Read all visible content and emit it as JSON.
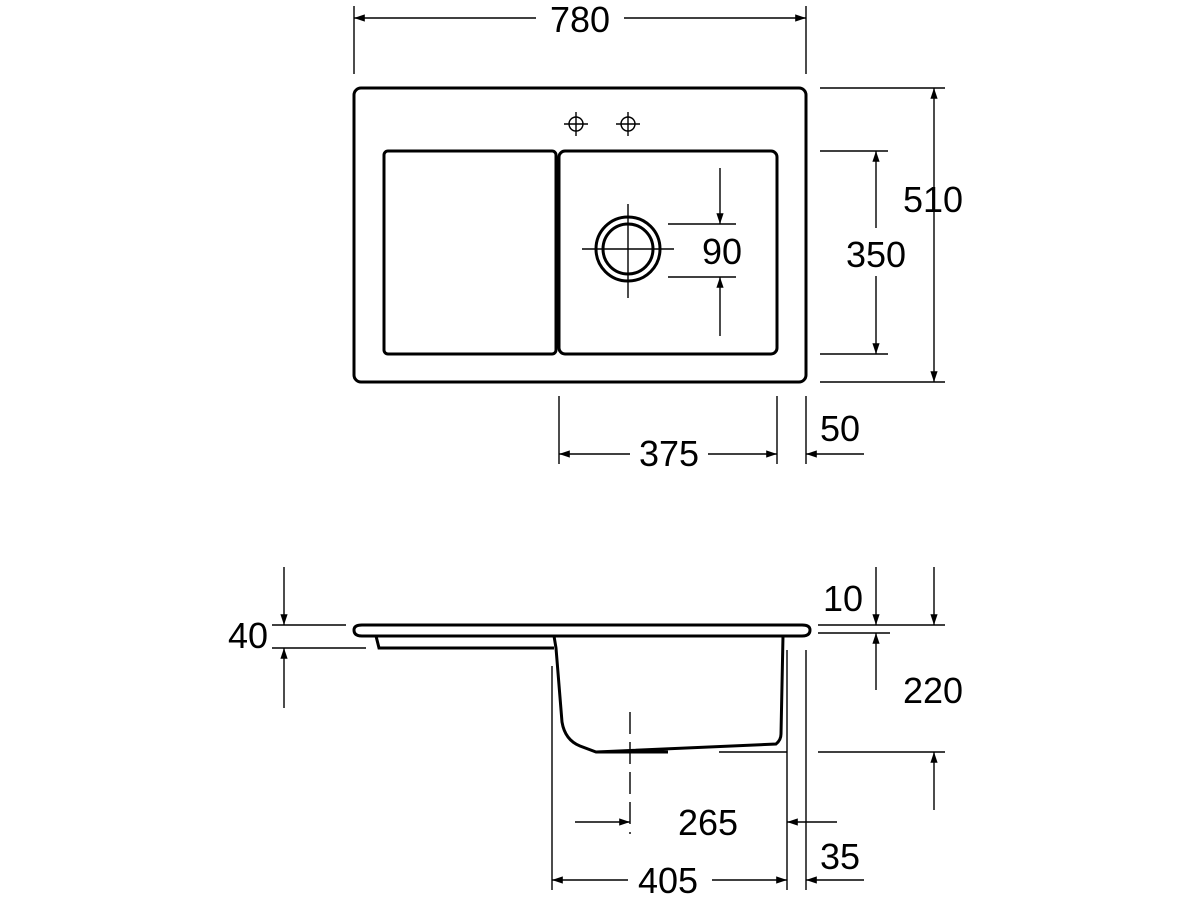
{
  "colors": {
    "line": "#000000",
    "background": "#ffffff"
  },
  "top_view": {
    "overall_width": "780",
    "overall_depth": "510",
    "bowl_depth": "350",
    "drain_diameter": "90",
    "bowl_width": "375",
    "bowl_edge_offset": "50"
  },
  "side_view": {
    "rim_height": "40",
    "rim_step": "10",
    "bowl_height": "220",
    "drain_offset": "265",
    "bowl_outer_width": "405",
    "bowl_edge_offset": "35"
  }
}
